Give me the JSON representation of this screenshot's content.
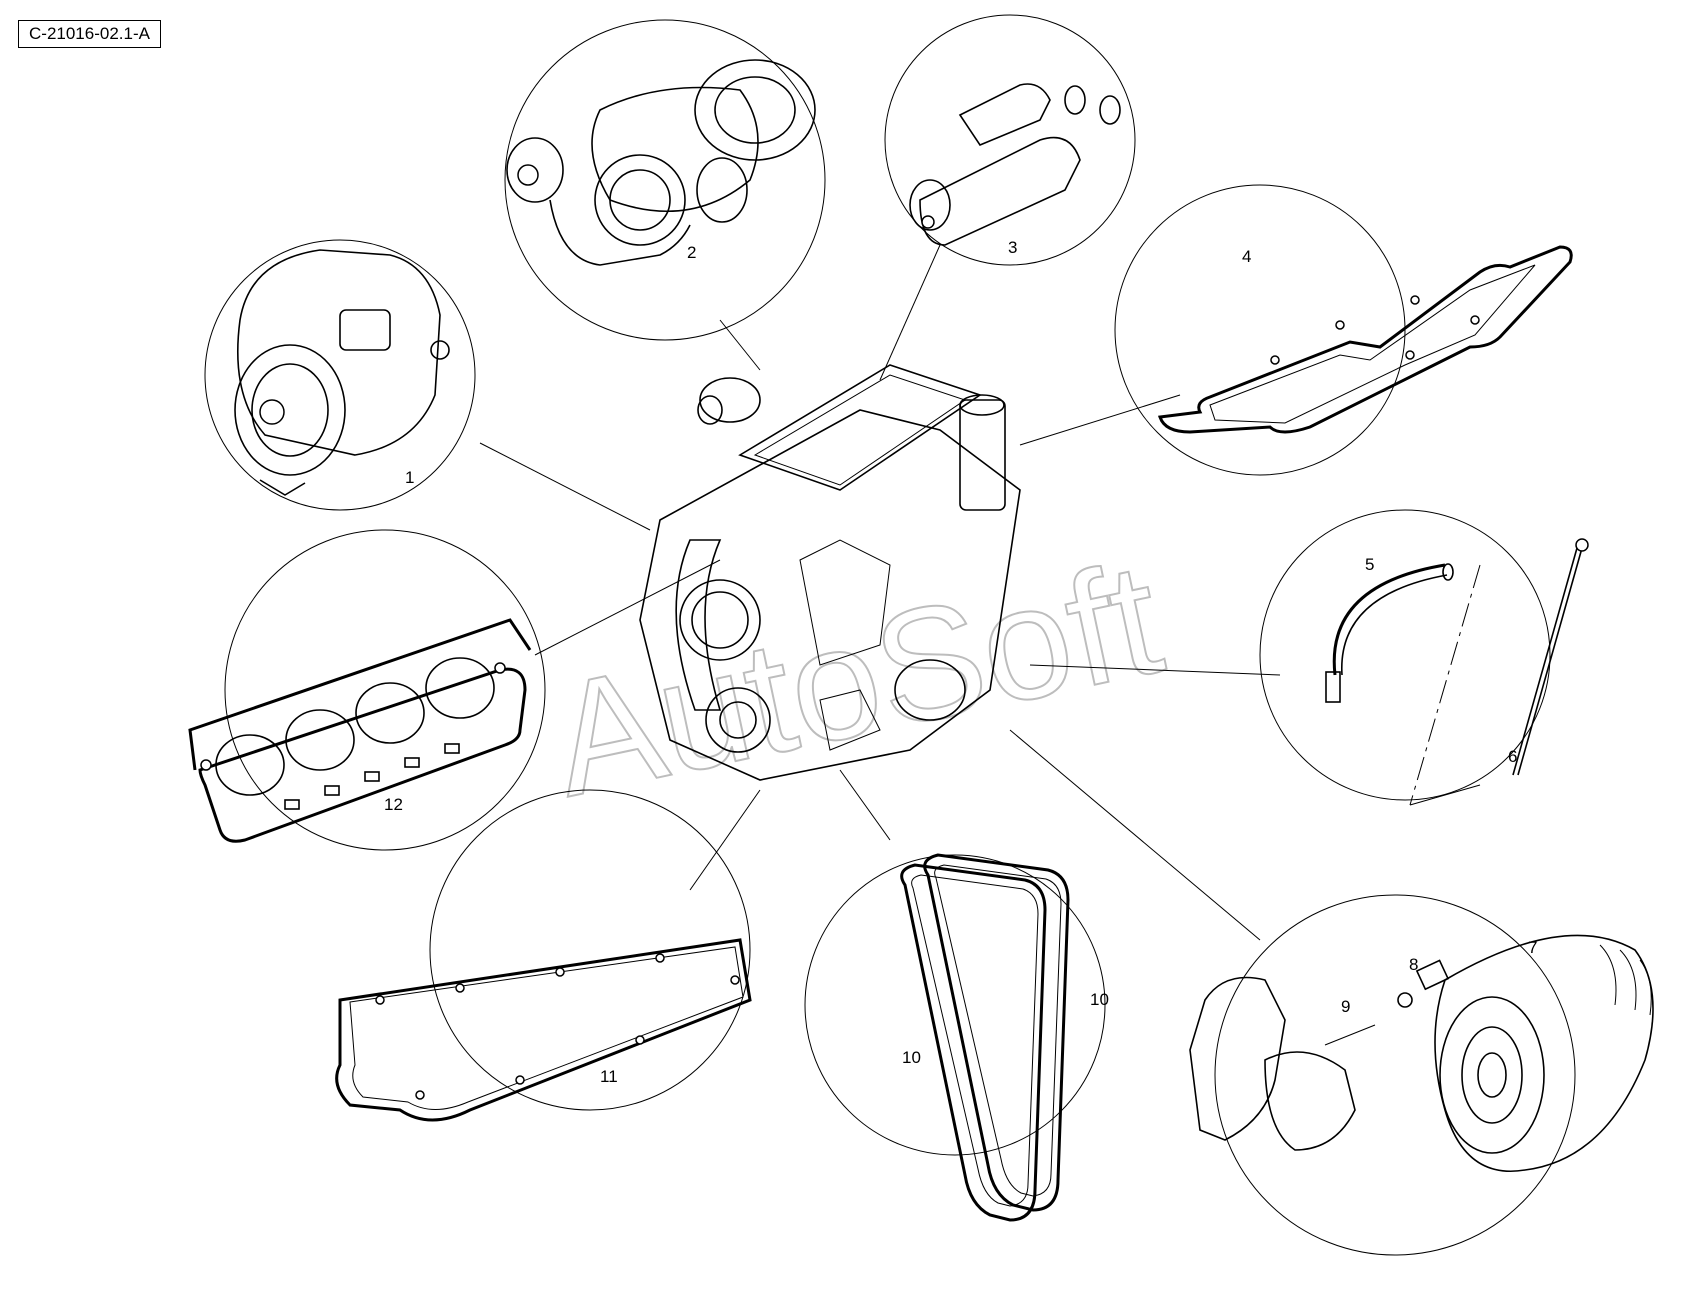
{
  "reference_code": "C-21016-02.1-A",
  "watermark": "AutoSoft",
  "callouts": {
    "c1": "1",
    "c2": "2",
    "c3": "3",
    "c4": "4",
    "c5": "5",
    "c6": "6",
    "c7": "7",
    "c8": "8",
    "c9": "9",
    "c10a": "10",
    "c10b": "10",
    "c11": "11",
    "c12": "12"
  },
  "colors": {
    "line": "#000000",
    "watermark": "#bdbdbd",
    "background": "#ffffff"
  }
}
